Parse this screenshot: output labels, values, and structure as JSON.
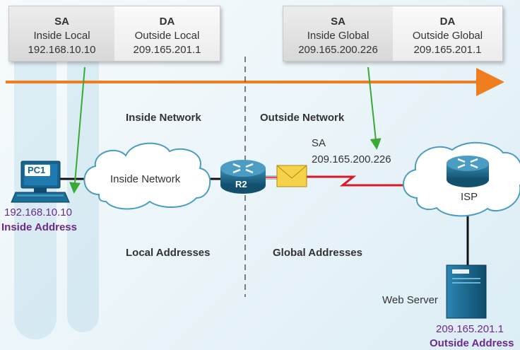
{
  "header_left": {
    "sa": {
      "title": "SA",
      "sub": "Inside Local",
      "addr": "192.168.10.10"
    },
    "da": {
      "title": "DA",
      "sub": "Outside Local",
      "addr": "209.165.201.1"
    }
  },
  "header_right": {
    "sa": {
      "title": "SA",
      "sub": "Inside Global",
      "addr": "209.165.200.226"
    },
    "da": {
      "title": "DA",
      "sub": "Outside Global",
      "addr": "209.165.201.1"
    }
  },
  "zones": {
    "inside_network": "Inside Network",
    "outside_network": "Outside Network",
    "local_addresses": "Local Addresses",
    "global_addresses": "Global Addresses"
  },
  "pc": {
    "label": "PC1",
    "ip": "192.168.10.10",
    "role": "Inside Address"
  },
  "inside_cloud": "Inside Network",
  "router": "R2",
  "packet_sa": {
    "label": "SA",
    "addr": "209.165.200.226"
  },
  "isp": "ISP",
  "server": {
    "label": "Web Server",
    "ip": "209.165.201.1",
    "role": "Outside Address"
  },
  "colors": {
    "arrow_orange": "#f07e1e",
    "green": "#3aa935",
    "wan_red": "#d9182a",
    "purple": "#6b2a8c",
    "router_blue": "#1b5f80"
  }
}
